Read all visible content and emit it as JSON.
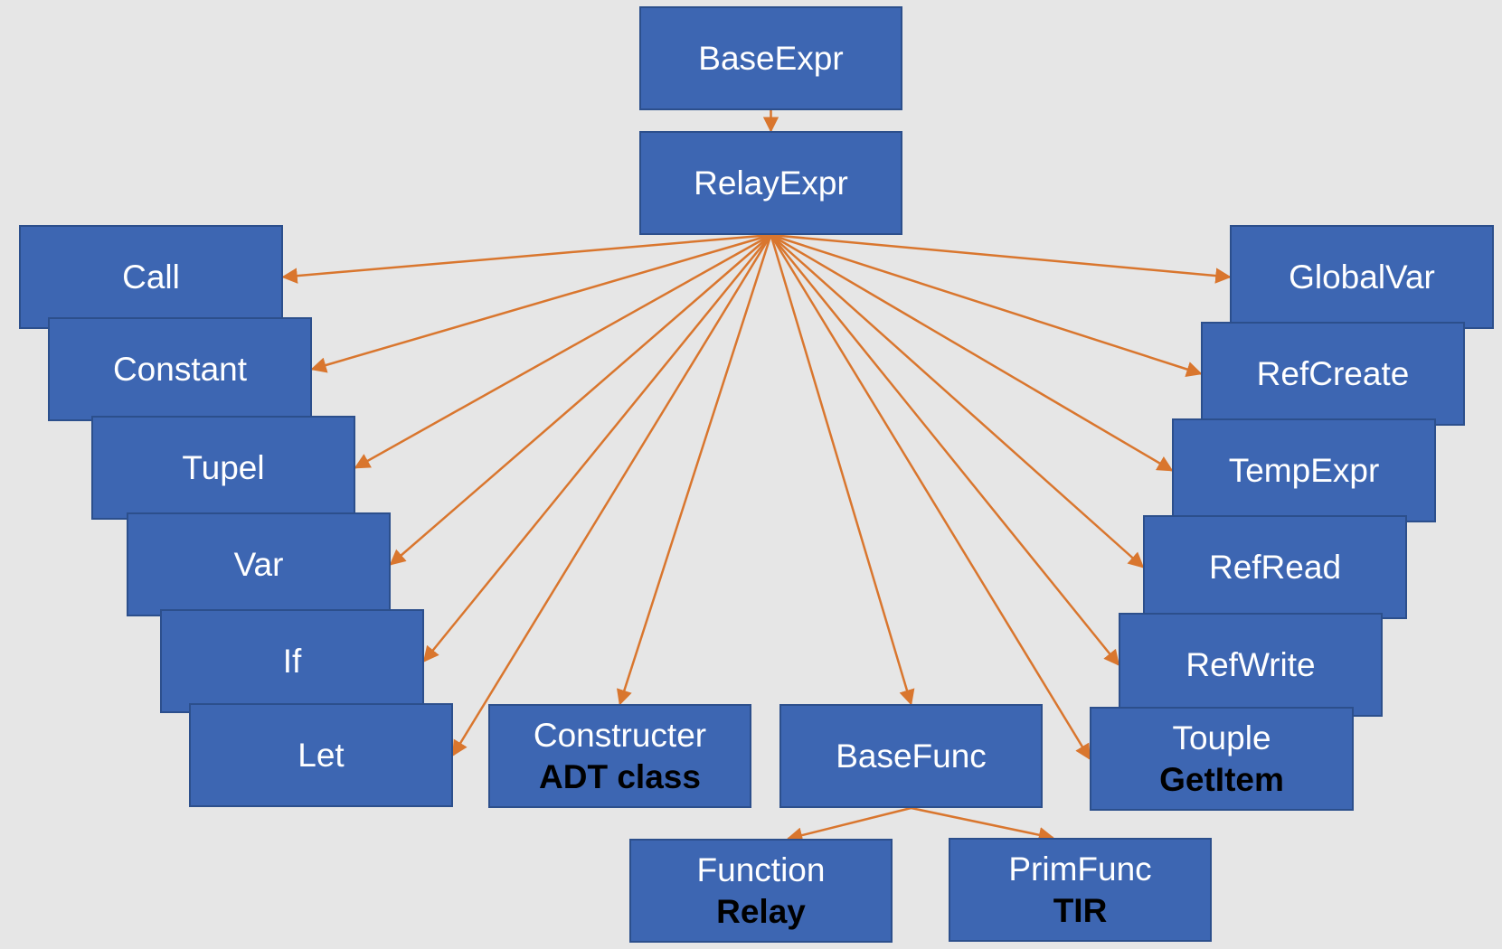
{
  "colors": {
    "background": "#e6e6e6",
    "node_fill": "#3d66b2",
    "node_border": "#2c4f8c",
    "node_text": "#ffffff",
    "sub_text": "#000000",
    "arrow": "#d9762e"
  },
  "nodes": {
    "base_expr": {
      "label": "BaseExpr",
      "sub": ""
    },
    "relay_expr": {
      "label": "RelayExpr",
      "sub": ""
    },
    "call": {
      "label": "Call",
      "sub": ""
    },
    "constant": {
      "label": "Constant",
      "sub": ""
    },
    "tupel": {
      "label": "Tupel",
      "sub": ""
    },
    "var": {
      "label": "Var",
      "sub": ""
    },
    "if": {
      "label": "If",
      "sub": ""
    },
    "let": {
      "label": "Let",
      "sub": ""
    },
    "constructer": {
      "label": "Constructer",
      "sub": "ADT class"
    },
    "base_func": {
      "label": "BaseFunc",
      "sub": ""
    },
    "function": {
      "label": "Function",
      "sub": "Relay"
    },
    "prim_func": {
      "label": "PrimFunc",
      "sub": "TIR"
    },
    "global_var": {
      "label": "GlobalVar",
      "sub": ""
    },
    "ref_create": {
      "label": "RefCreate",
      "sub": ""
    },
    "temp_expr": {
      "label": "TempExpr",
      "sub": ""
    },
    "ref_read": {
      "label": "RefRead",
      "sub": ""
    },
    "ref_write": {
      "label": "RefWrite",
      "sub": ""
    },
    "touple_get_item": {
      "label": "Touple",
      "sub": "GetItem"
    }
  },
  "edges": [
    [
      "base_expr",
      "relay_expr"
    ],
    [
      "relay_expr",
      "call"
    ],
    [
      "relay_expr",
      "constant"
    ],
    [
      "relay_expr",
      "tupel"
    ],
    [
      "relay_expr",
      "var"
    ],
    [
      "relay_expr",
      "if"
    ],
    [
      "relay_expr",
      "let"
    ],
    [
      "relay_expr",
      "constructer"
    ],
    [
      "relay_expr",
      "base_func"
    ],
    [
      "relay_expr",
      "global_var"
    ],
    [
      "relay_expr",
      "ref_create"
    ],
    [
      "relay_expr",
      "temp_expr"
    ],
    [
      "relay_expr",
      "ref_read"
    ],
    [
      "relay_expr",
      "ref_write"
    ],
    [
      "relay_expr",
      "touple_get_item"
    ],
    [
      "base_func",
      "function"
    ],
    [
      "base_func",
      "prim_func"
    ]
  ]
}
